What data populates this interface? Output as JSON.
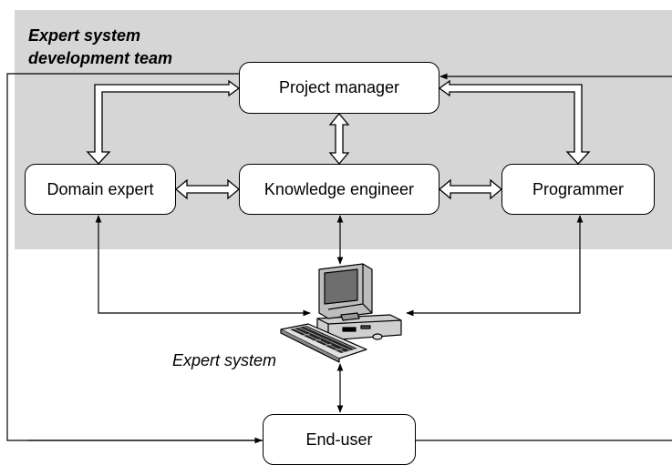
{
  "team": {
    "label_line1": "Expert system",
    "label_line2": "development team"
  },
  "nodes": {
    "project_manager": "Project manager",
    "domain_expert": "Domain expert",
    "knowledge_engineer": "Knowledge engineer",
    "programmer": "Programmer",
    "end_user": "End-user"
  },
  "expert_system_label": "Expert system",
  "colors": {
    "team_background": "#d6d6d6",
    "box_fill": "#ffffff",
    "stroke": "#000000"
  },
  "icons": {
    "computer": "desktop-computer-icon"
  }
}
